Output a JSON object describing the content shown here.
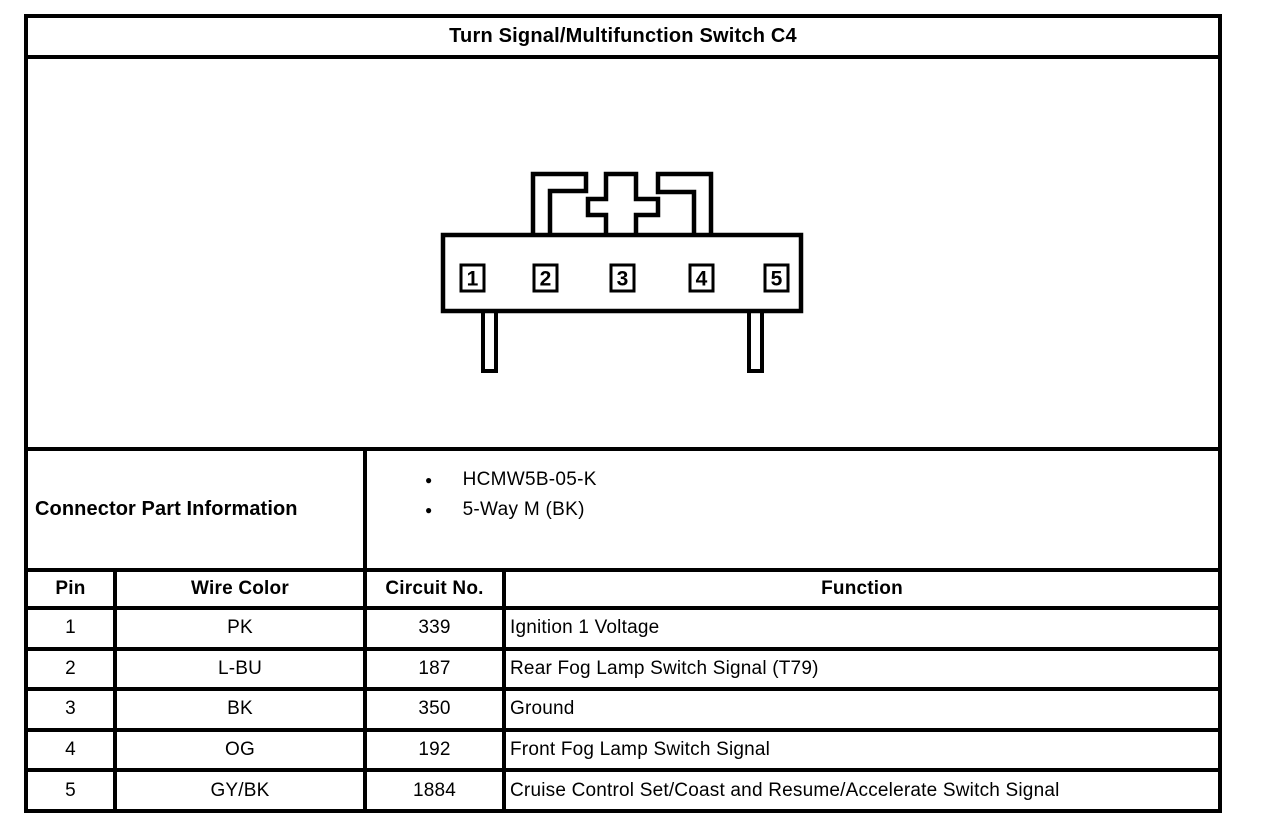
{
  "title": "Turn Signal/Multifunction Switch C4",
  "connector": {
    "name": "5-way connector face view",
    "pins": [
      "1",
      "2",
      "3",
      "4",
      "5"
    ]
  },
  "part_info": {
    "label": "Connector Part Information",
    "bullet_glyph": "●",
    "bullets": [
      "HCMW5B-05-K",
      "5-Way M (BK)"
    ]
  },
  "pin_table": {
    "headers": [
      "Pin",
      "Wire Color",
      "Circuit No.",
      "Function"
    ],
    "rows": [
      {
        "pin": "1",
        "wire_color": "PK",
        "circuit_no": "339",
        "function": "Ignition 1 Voltage"
      },
      {
        "pin": "2",
        "wire_color": "L-BU",
        "circuit_no": "187",
        "function": "Rear Fog Lamp Switch Signal (T79)"
      },
      {
        "pin": "3",
        "wire_color": "BK",
        "circuit_no": "350",
        "function": "Ground"
      },
      {
        "pin": "4",
        "wire_color": "OG",
        "circuit_no": "192",
        "function": "Front Fog Lamp Switch Signal"
      },
      {
        "pin": "5",
        "wire_color": "GY/BK",
        "circuit_no": "1884",
        "function": "Cruise Control Set/Coast and Resume/Accelerate Switch Signal"
      }
    ]
  },
  "colors": {
    "line": "#000000",
    "background": "#ffffff",
    "text": "#000000"
  }
}
